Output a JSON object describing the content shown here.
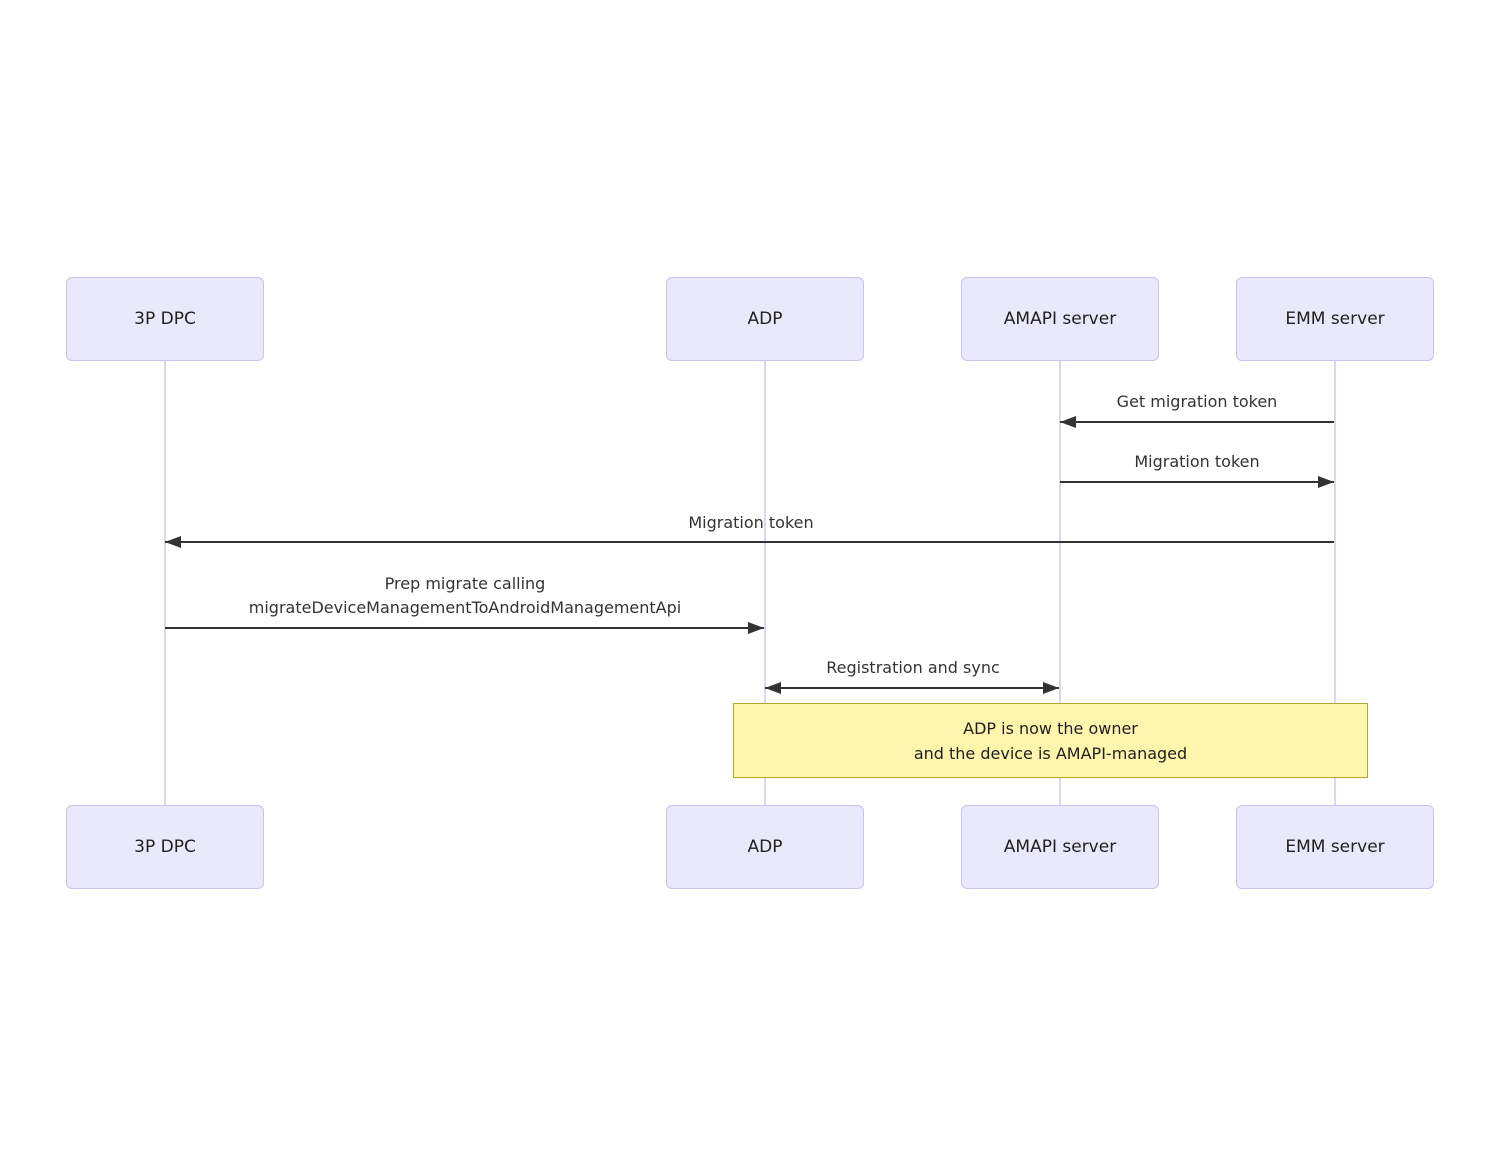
{
  "diagram": {
    "type": "sequence-diagram",
    "actors": [
      {
        "id": "3p-dpc",
        "label": "3P DPC"
      },
      {
        "id": "adp",
        "label": "ADP"
      },
      {
        "id": "amapi-server",
        "label": "AMAPI server"
      },
      {
        "id": "emm-server",
        "label": "EMM server"
      }
    ],
    "messages": [
      {
        "from": "EMM server",
        "to": "AMAPI server",
        "label": "Get migration token",
        "arrow": "left"
      },
      {
        "from": "AMAPI server",
        "to": "EMM server",
        "label": "Migration token",
        "arrow": "right"
      },
      {
        "from": "EMM server",
        "to": "3P DPC",
        "label": "Migration token",
        "arrow": "left"
      },
      {
        "from": "3P DPC",
        "to": "ADP",
        "label": "Prep migrate calling",
        "label_line2": "migrateDeviceManagementToAndroidManagementApi",
        "arrow": "right"
      },
      {
        "from": "ADP",
        "to": "AMAPI server",
        "label": "Registration and sync",
        "arrow": "both"
      }
    ],
    "note": {
      "over": [
        "ADP",
        "EMM server"
      ],
      "line1": "ADP is now the owner",
      "line2": "and the device is AMAPI-managed"
    },
    "colors": {
      "actor_fill": "#e9e9fb",
      "actor_border": "#ccc3ec",
      "lifeline": "#d8d8f0",
      "message_line": "#333333",
      "message_text": "#333333",
      "note_fill": "#fff5ad",
      "note_border": "#aaaa33",
      "background": "#ffffff"
    }
  }
}
